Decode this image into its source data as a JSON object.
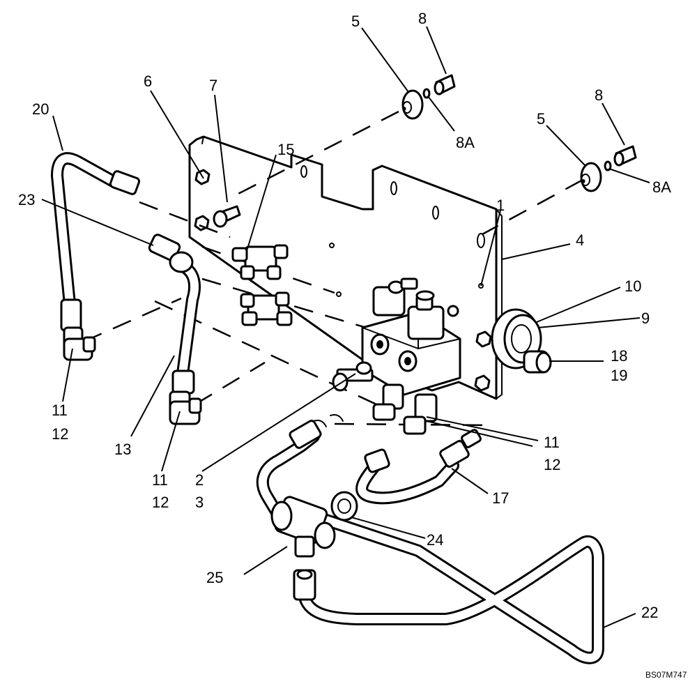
{
  "diagram": {
    "code": "BS07M747",
    "callouts": [
      {
        "id": "c1",
        "text": "1"
      },
      {
        "id": "c2",
        "text": "2"
      },
      {
        "id": "c3",
        "text": "3"
      },
      {
        "id": "c4",
        "text": "4"
      },
      {
        "id": "c5a",
        "text": "5"
      },
      {
        "id": "c5b",
        "text": "5"
      },
      {
        "id": "c6",
        "text": "6"
      },
      {
        "id": "c7",
        "text": "7"
      },
      {
        "id": "c8a",
        "text": "8"
      },
      {
        "id": "c8b",
        "text": "8"
      },
      {
        "id": "c8Aa",
        "text": "8A"
      },
      {
        "id": "c8Ab",
        "text": "8A"
      },
      {
        "id": "c9",
        "text": "9"
      },
      {
        "id": "c10",
        "text": "10"
      },
      {
        "id": "c11a",
        "text": "11"
      },
      {
        "id": "c12a",
        "text": "12"
      },
      {
        "id": "c11b",
        "text": "11"
      },
      {
        "id": "c12b",
        "text": "12"
      },
      {
        "id": "c11c",
        "text": "11"
      },
      {
        "id": "c12c",
        "text": "12"
      },
      {
        "id": "c13",
        "text": "13"
      },
      {
        "id": "c15",
        "text": "15"
      },
      {
        "id": "c17",
        "text": "17"
      },
      {
        "id": "c18",
        "text": "18"
      },
      {
        "id": "c19",
        "text": "19"
      },
      {
        "id": "c20",
        "text": "20"
      },
      {
        "id": "c22",
        "text": "22"
      },
      {
        "id": "c23",
        "text": "23"
      },
      {
        "id": "c24",
        "text": "24"
      },
      {
        "id": "c25",
        "text": "25"
      }
    ]
  }
}
